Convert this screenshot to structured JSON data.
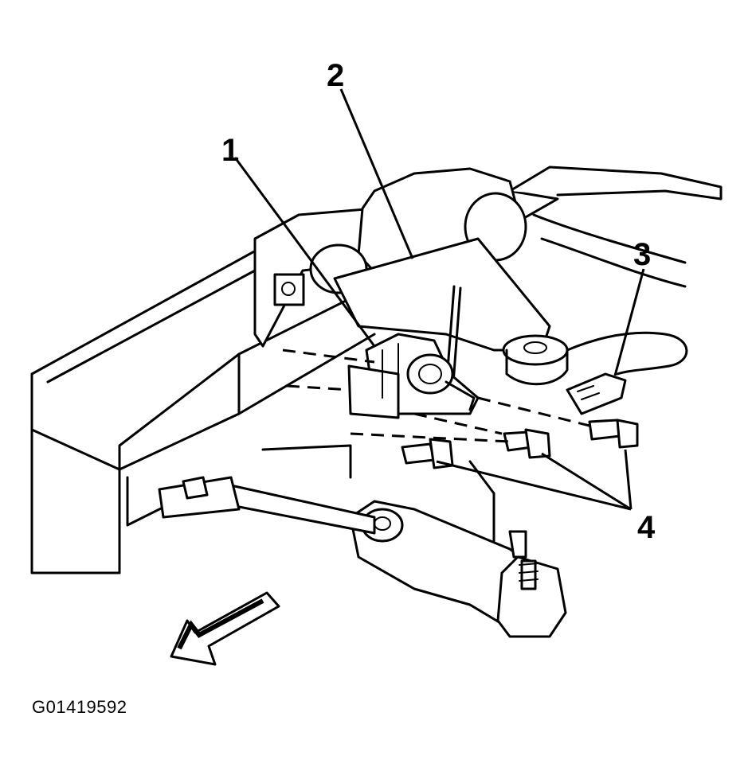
{
  "figure": {
    "id_label": "G01419592",
    "callouts": [
      {
        "number": "1"
      },
      {
        "number": "2"
      },
      {
        "number": "3"
      },
      {
        "number": "4"
      }
    ],
    "icons": [
      "direction-arrow-icon"
    ]
  }
}
